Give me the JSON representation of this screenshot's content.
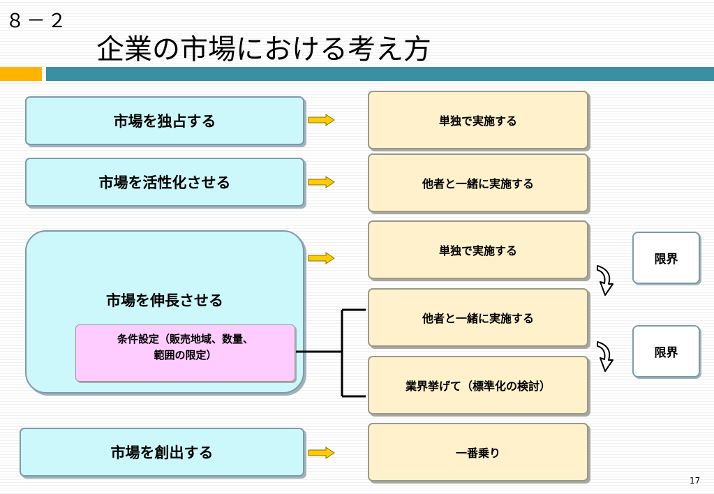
{
  "slide": {
    "number": "８－２",
    "title": "企業の市場における考え方",
    "page": "17"
  },
  "left": {
    "monopolize": "市場を独占する",
    "activate": "市場を活性化させる",
    "grow": "市場を伸長させる",
    "condition": [
      "条件設定（販売地域、数量、",
      "範囲の限定）"
    ],
    "create": "市場を創出する"
  },
  "right": {
    "r1": "単独で実施する",
    "r2": "他者と一緒に実施する",
    "r3": "単独で実施する",
    "r4": "他者と一緒に実施する",
    "r5": "業界挙げて（標準化の検討）",
    "r6": "一番乗り"
  },
  "limits": {
    "l1": "限界",
    "l2": "限界"
  },
  "colors": {
    "accent_orange": "#ffb400",
    "accent_teal": "#3a8fa3",
    "left_box_fill": "#ccf8fb",
    "right_box_fill": "#fff1cc",
    "condition_fill": "#ffccff",
    "arrow_fill": "#ffcc00"
  },
  "icons": {
    "right_arrow": "right-arrow-icon",
    "curved_down_arrow": "curved-down-arrow-icon"
  }
}
